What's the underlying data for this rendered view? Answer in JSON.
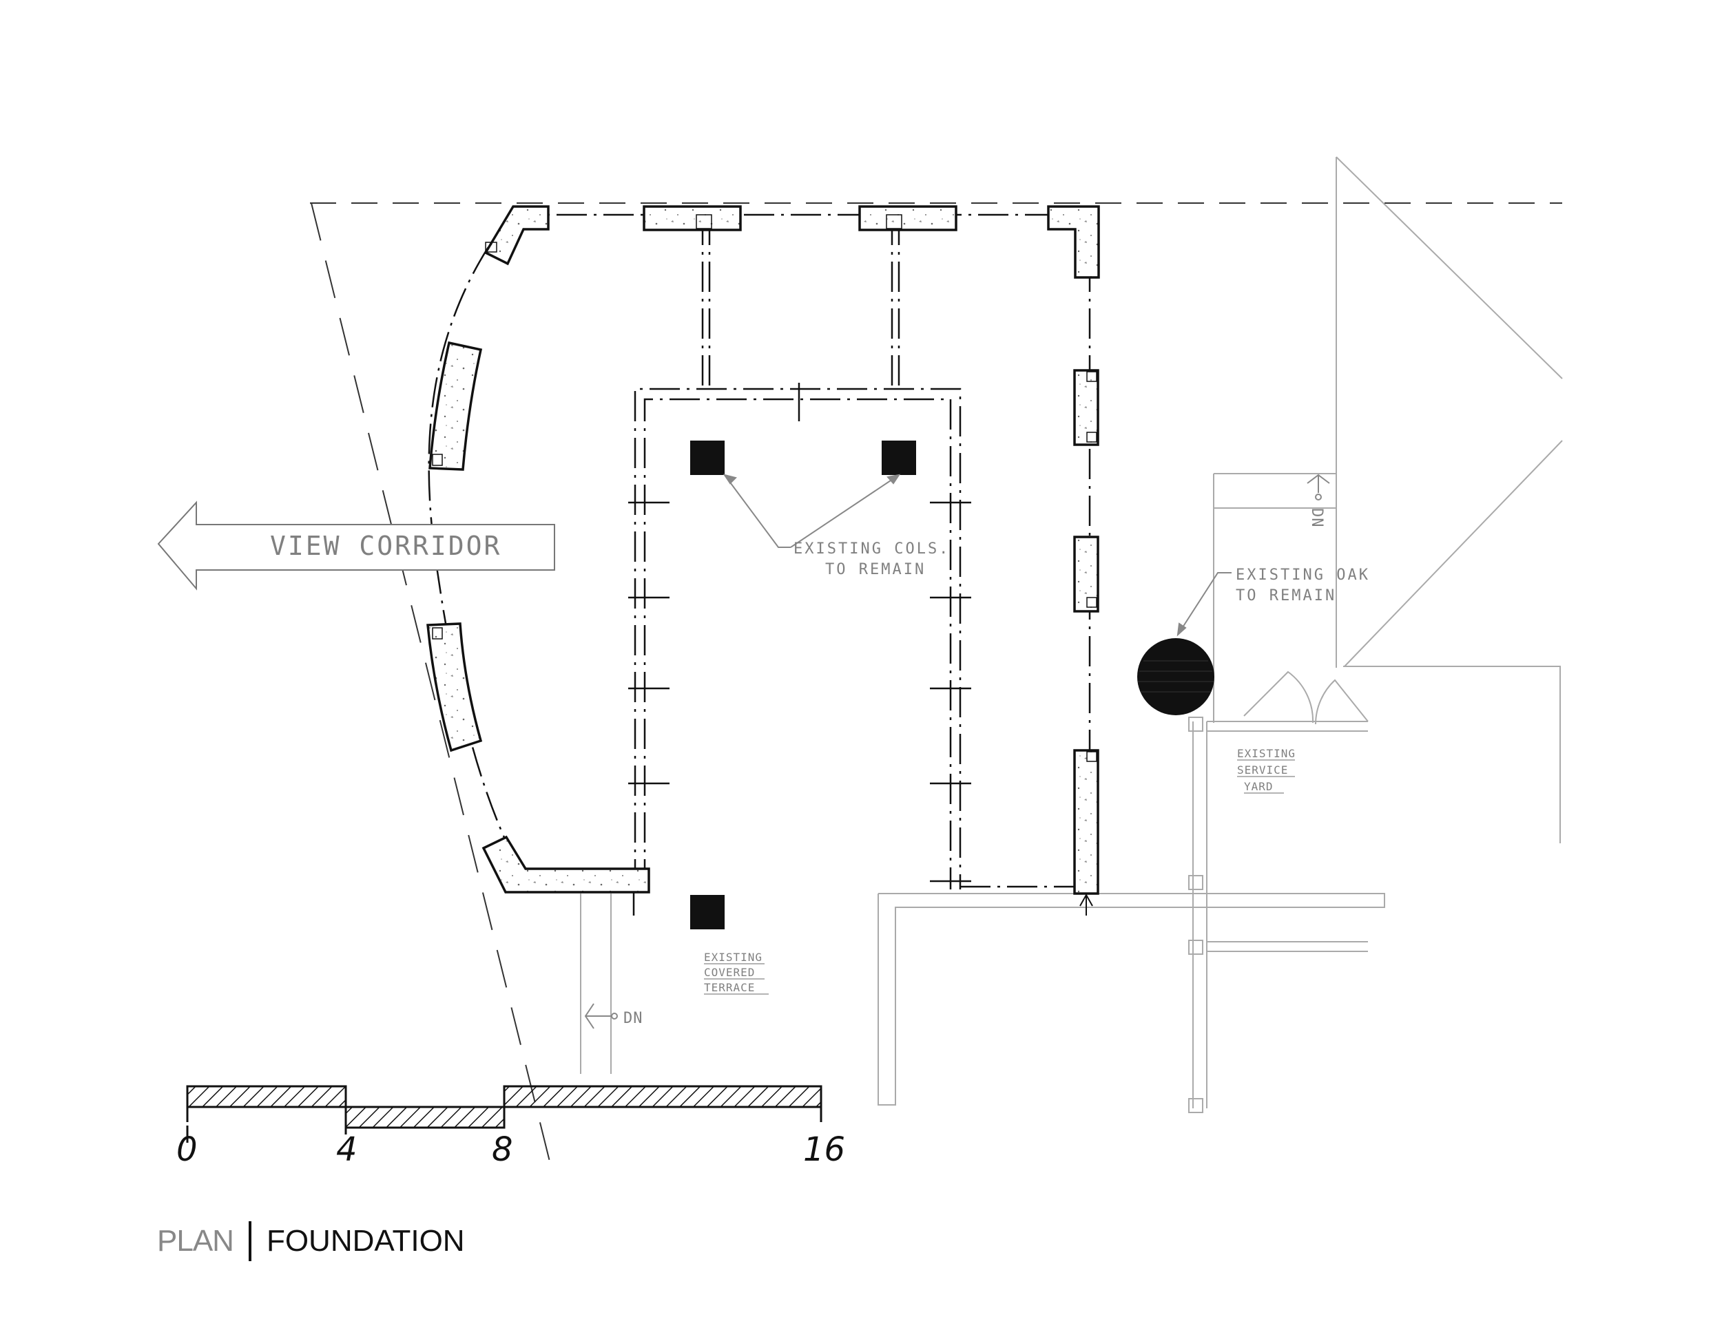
{
  "labels": {
    "view_corridor": "VIEW CORRIDOR",
    "existing_cols_line1": "EXISTING COLS.",
    "existing_cols_line2": "TO REMAIN",
    "existing_oak_line1": "EXISTING OAK",
    "existing_oak_line2": "TO REMAIN",
    "service_yard_line1": "EXISTING",
    "service_yard_line2": "SERVICE",
    "service_yard_line3": "YARD",
    "terrace_line1": "EXISTING",
    "terrace_line2": "COVERED",
    "terrace_line3": "TERRACE",
    "dn_lower": "DN",
    "dn_upper": "DN"
  },
  "scale_bar": {
    "ticks": [
      "0",
      "4",
      "8",
      "16"
    ]
  },
  "title": {
    "prefix": "PLAN",
    "name": "FOUNDATION"
  }
}
